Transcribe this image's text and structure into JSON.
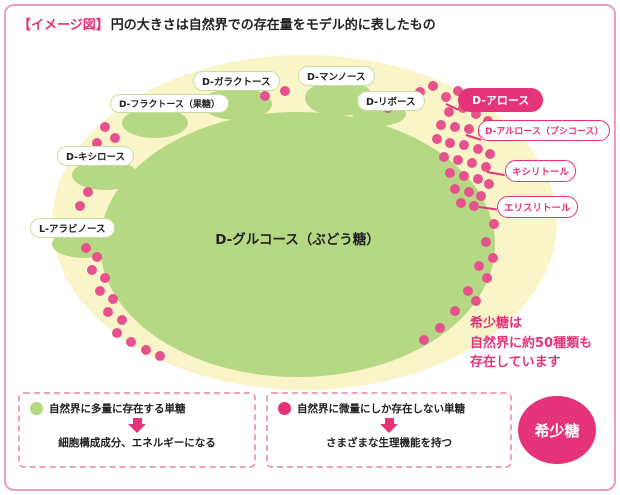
{
  "header": {
    "tag": "【イメージ図】",
    "title": "円の大きさは自然界での存在量をモデル的に表したもの"
  },
  "main_sugar": {
    "label": "D-グルコース（ぶどう糖）"
  },
  "abundant_sugars": [
    {
      "label": "D-ガラクトース"
    },
    {
      "label": "D-マンノース"
    },
    {
      "label": "D-フラクトース（果糖）"
    },
    {
      "label": "D-リボース"
    },
    {
      "label": "D-キシロース"
    },
    {
      "label": "L-アラビノース"
    }
  ],
  "rare_labels": [
    {
      "label": "D-アロース",
      "style": "filled"
    },
    {
      "label": "D-アルロース（プシコース）",
      "style": "outline"
    },
    {
      "label": "キシリトール",
      "style": "outline"
    },
    {
      "label": "エリスリトール",
      "style": "outline"
    }
  ],
  "note": {
    "lines": [
      "希少糖は",
      "自然界に約50種類も",
      "存在しています"
    ]
  },
  "legend": {
    "abundant": {
      "title": "自然界に多量に存在する単糖",
      "result": "細胞構成成分、エネルギーになる"
    },
    "rare": {
      "title": "自然界に微量にしか存在しない単糖",
      "result": "さまざまな生理機能を持つ"
    }
  },
  "badge": {
    "label": "希少糖"
  },
  "colors": {
    "accent_pink": "#e5337a",
    "dot_pink": "#e6538c",
    "green": "#b5d885",
    "cream": "#f9f5c9",
    "frame_pink": "#ec9ec2"
  },
  "dots": [
    [
      272,
      79
    ],
    [
      285,
      91
    ],
    [
      265,
      96
    ],
    [
      376,
      98
    ],
    [
      366,
      106
    ],
    [
      388,
      108
    ],
    [
      420,
      92
    ],
    [
      433,
      86
    ],
    [
      446,
      97
    ],
    [
      458,
      91
    ],
    [
      449,
      112
    ],
    [
      463,
      108
    ],
    [
      476,
      114
    ],
    [
      488,
      121
    ],
    [
      441,
      125
    ],
    [
      455,
      127
    ],
    [
      469,
      129
    ],
    [
      483,
      133
    ],
    [
      437,
      139
    ],
    [
      450,
      143
    ],
    [
      464,
      145
    ],
    [
      478,
      149
    ],
    [
      490,
      154
    ],
    [
      444,
      157
    ],
    [
      458,
      160
    ],
    [
      472,
      163
    ],
    [
      486,
      167
    ],
    [
      450,
      173
    ],
    [
      464,
      176
    ],
    [
      478,
      179
    ],
    [
      489,
      184
    ],
    [
      455,
      189
    ],
    [
      469,
      192
    ],
    [
      481,
      196
    ],
    [
      461,
      203
    ],
    [
      474,
      206
    ],
    [
      494,
      224
    ],
    [
      486,
      242
    ],
    [
      493,
      258
    ],
    [
      479,
      266
    ],
    [
      487,
      278
    ],
    [
      468,
      291
    ],
    [
      476,
      301
    ],
    [
      455,
      311
    ],
    [
      440,
      328
    ],
    [
      424,
      340
    ],
    [
      160,
      356
    ],
    [
      146,
      350
    ],
    [
      131,
      342
    ],
    [
      117,
      333
    ],
    [
      122,
      320
    ],
    [
      108,
      312
    ],
    [
      113,
      299
    ],
    [
      100,
      291
    ],
    [
      105,
      278
    ],
    [
      92,
      270
    ],
    [
      97,
      257
    ],
    [
      86,
      248
    ],
    [
      88,
      192
    ],
    [
      80,
      206
    ],
    [
      105,
      127
    ],
    [
      115,
      138
    ],
    [
      97,
      143
    ]
  ]
}
